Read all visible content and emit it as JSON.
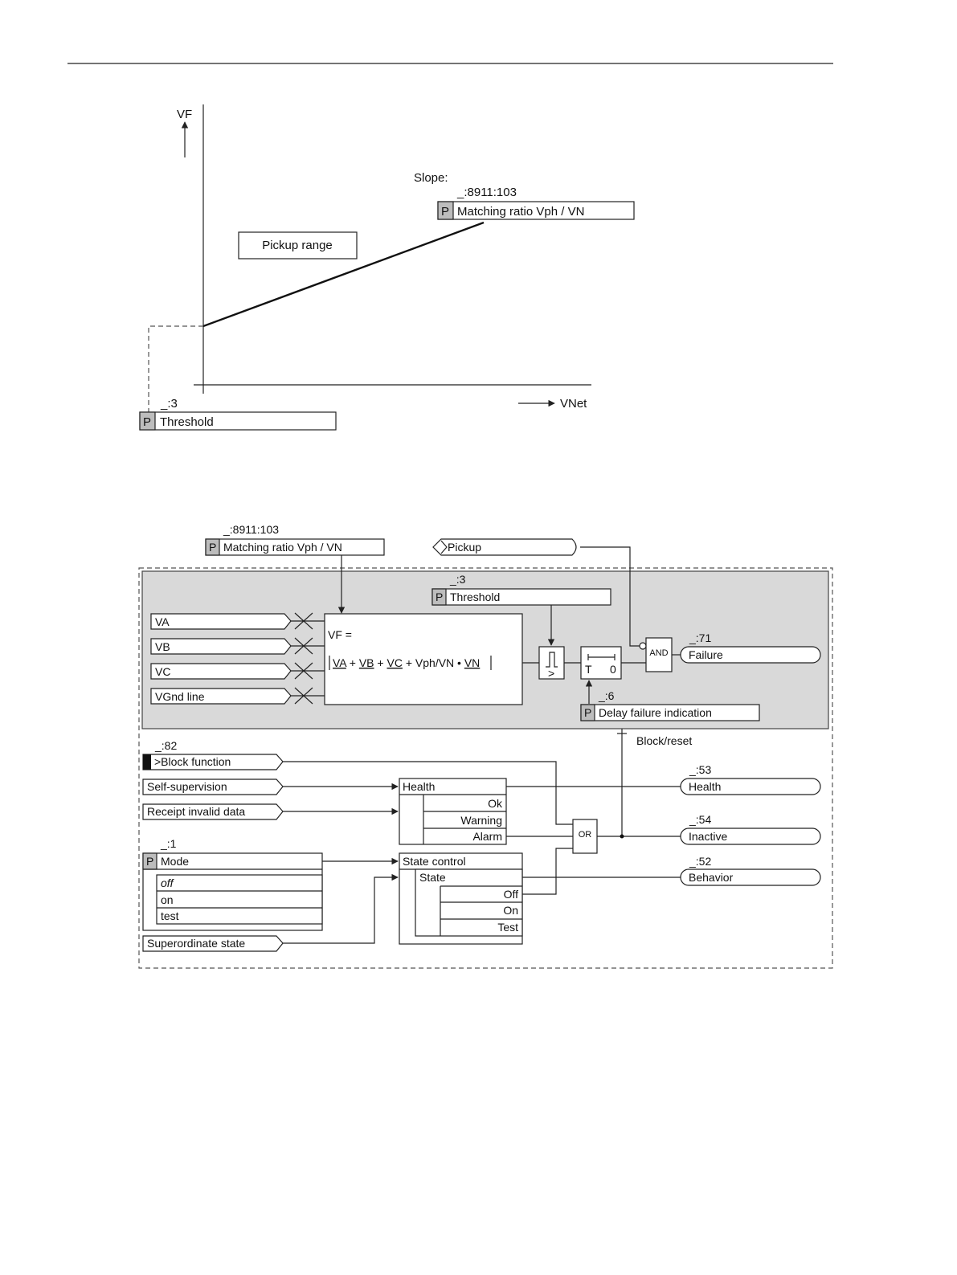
{
  "graph": {
    "y_label": "VF",
    "x_label": "VNet",
    "slope_label": "Slope:",
    "slope_param_id": "_:8911:103",
    "slope_param_name": "Matching ratio Vph / VN",
    "region_label": "Pickup range",
    "threshold_param_id": "_:3",
    "threshold_param_name": "Threshold",
    "param_marker": "P"
  },
  "logic": {
    "param_marker": "P",
    "matching_param_id": "_:8911:103",
    "matching_param_name": "Matching ratio Vph / VN",
    "pickup_label": "Pickup",
    "threshold_param_id": "_:3",
    "threshold_param_name": "Threshold",
    "inputs": [
      "VA",
      "VB",
      "VC",
      "VGnd line"
    ],
    "formula_line1": "VF =",
    "formula": {
      "t1": "VA",
      "s1": " + ",
      "t2": "VB",
      "s2": " + ",
      "t3": "VC",
      "s3": " + Vph/VN • ",
      "t4": "VN"
    },
    "comparator_label": ">",
    "timer_t": "T",
    "timer_zero": "0",
    "and_label": "AND",
    "failure_id": "_:71",
    "failure_label": "Failure",
    "delay_param_id": "_:6",
    "delay_param_name": "Delay failure indication",
    "block_reset_label": "Block/reset",
    "block_id": "_:82",
    "block_label": ">Block function",
    "self_supervision_label": "Self-supervision",
    "receipt_label": "Receipt invalid data",
    "health_title": "Health",
    "health_states": [
      "Ok",
      "Warning",
      "Alarm"
    ],
    "or_label": "OR",
    "health_out_id": "_:53",
    "health_out_label": "Health",
    "inactive_id": "_:54",
    "inactive_label": "Inactive",
    "mode_id": "_:1",
    "mode_label": "Mode",
    "mode_options": [
      "off",
      "on",
      "test"
    ],
    "state_control_title": "State control",
    "state_label": "State",
    "state_values": [
      "Off",
      "On",
      "Test"
    ],
    "behavior_id": "_:52",
    "behavior_label": "Behavior",
    "superordinate_label": "Superordinate state"
  }
}
